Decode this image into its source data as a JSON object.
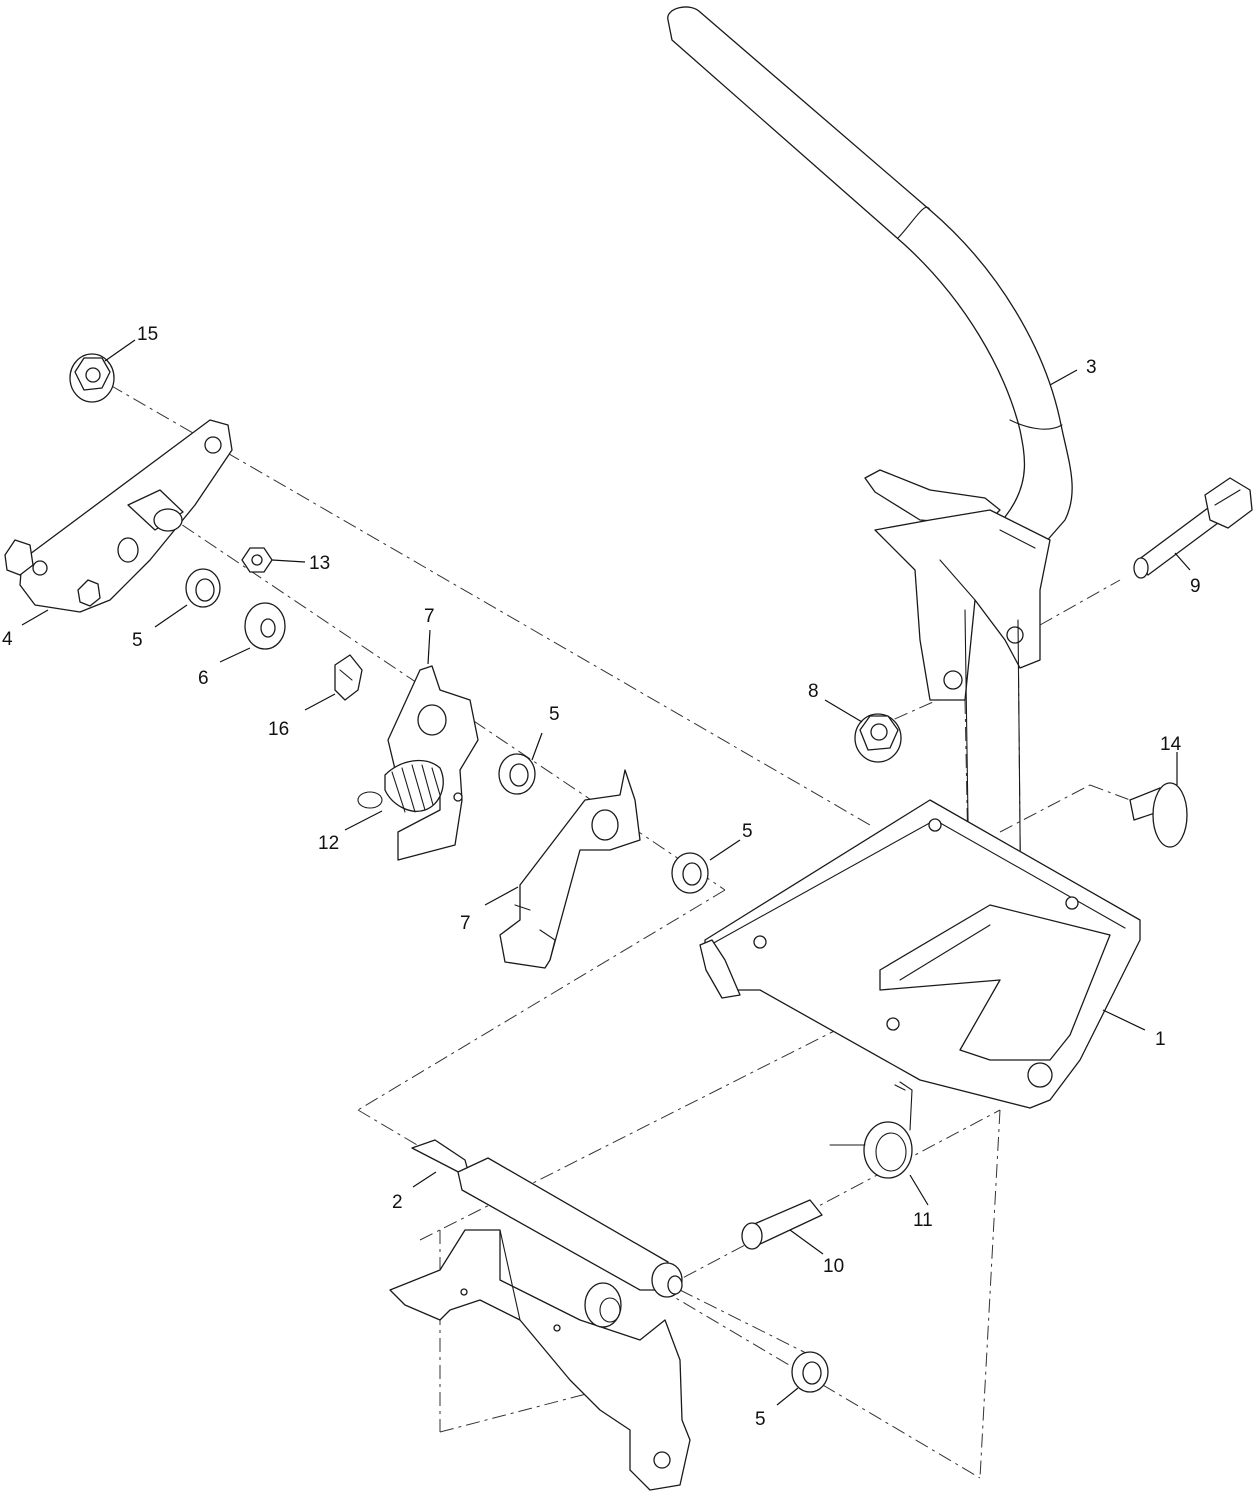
{
  "callouts": [
    {
      "id": "c1",
      "text": "1"
    },
    {
      "id": "c2",
      "text": "2"
    },
    {
      "id": "c3",
      "text": "3"
    },
    {
      "id": "c4",
      "text": "4"
    },
    {
      "id": "c5a",
      "text": "5"
    },
    {
      "id": "c5b",
      "text": "5"
    },
    {
      "id": "c5c",
      "text": "5"
    },
    {
      "id": "c5d",
      "text": "5"
    },
    {
      "id": "c6",
      "text": "6"
    },
    {
      "id": "c7a",
      "text": "7"
    },
    {
      "id": "c7b",
      "text": "7"
    },
    {
      "id": "c8",
      "text": "8"
    },
    {
      "id": "c9",
      "text": "9"
    },
    {
      "id": "c10",
      "text": "10"
    },
    {
      "id": "c11",
      "text": "11"
    },
    {
      "id": "c12",
      "text": "12"
    },
    {
      "id": "c13",
      "text": "13"
    },
    {
      "id": "c14",
      "text": "14"
    },
    {
      "id": "c15",
      "text": "15"
    },
    {
      "id": "c16",
      "text": "16"
    }
  ]
}
